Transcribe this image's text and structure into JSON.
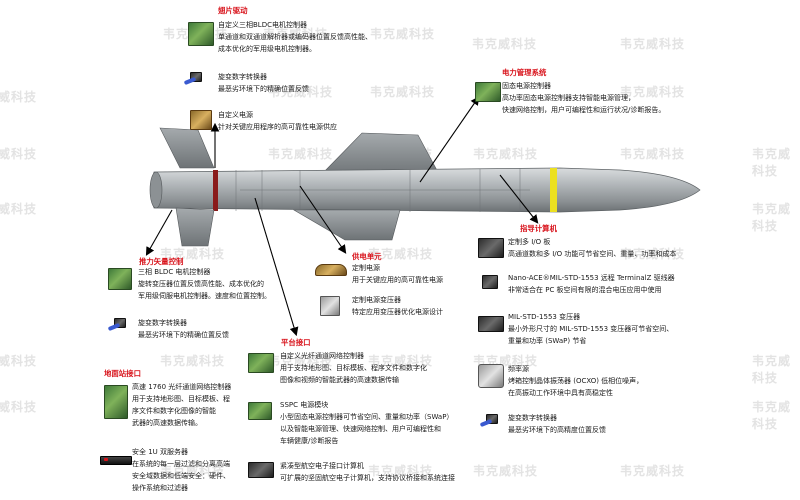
{
  "watermark": "韦克威科技",
  "sections": {
    "fin_drive": {
      "title": "翅片驱动",
      "items": [
        {
          "icon": "green-controller-board-icon",
          "lines": [
            "自定义三相BLDC电机控制器",
            "单通道和双通道解析器或编码器位置反馈高性能、",
            "成本优化的军用级电机控制器。"
          ]
        },
        {
          "icon": "resolver-converter-icon",
          "lines": [
            "旋变数字转换器",
            "最恶劣环境下的精确位置反馈"
          ]
        },
        {
          "icon": "power-supply-module-icon",
          "lines": [
            "自定义电源",
            "针对关键应用程序的高可靠性电源供应"
          ]
        }
      ]
    },
    "thrust_vector": {
      "title": "推力矢量控制",
      "items": [
        {
          "icon": "green-controller-board-icon",
          "lines": [
            "三相 BLDC 电机控制器",
            "旋转变压器位置反馈高性能、成本优化的",
            "军用级伺服电机控制器。速度和位置控制。"
          ]
        },
        {
          "icon": "resolver-converter-icon",
          "lines": [
            "旋变数字转换器",
            "最恶劣环境下的精确位置反馈"
          ]
        }
      ]
    },
    "ground_station": {
      "title": "地面站接口",
      "items": [
        {
          "icon": "fibre-channel-board-icon",
          "lines": [
            "高速 1760 光纤通道网络控制器",
            "用于支持地形图、目标模板、程",
            "序文件和数字化图像的智能",
            "武器的高速数据传输。"
          ]
        },
        {
          "icon": "rack-server-icon",
          "lines": [
            "安全 1U 双服务器",
            "在系统的每一层过滤和分离高端",
            "安全域数据和低端安全：硬件、",
            "操作系统和过滤器"
          ]
        }
      ]
    },
    "platform_interface": {
      "title": "平台接口",
      "items": [
        {
          "icon": "network-controller-icon",
          "lines": [
            "自定义光纤通道网络控制器",
            "用于支持地形图、目标模板、程序文件和数字化",
            "图像和视频的智能武器的高速数据传输"
          ]
        },
        {
          "icon": "sspc-module-icon",
          "lines": [
            "SSPC 电源模块",
            "小型固态电源控制器可节省空间、重量和功率（SWaP）",
            "以及智能电源管理、快速网络控制、用户可编程性和",
            "车辆健康/诊断报告"
          ]
        },
        {
          "icon": "interface-computer-icon",
          "lines": [
            "紧凑型航空电子接口计算机",
            "可扩展的坚固航空电子计算机，支持协议桥接和系统连接"
          ]
        }
      ]
    },
    "power_unit": {
      "title": "供电单元",
      "items": [
        {
          "icon": "flex-power-supply-icon",
          "lines": [
            "定制电源",
            "用于关键应用的高可靠性电源"
          ]
        },
        {
          "icon": "transformer-icon",
          "lines": [
            "定制电源变压器",
            "特定应用变压器优化电源设计"
          ]
        }
      ]
    },
    "power_management": {
      "title": "电力管理系统",
      "items": [
        {
          "icon": "power-controller-board-icon",
          "lines": [
            "固态电源控制器",
            "高功率固态电源控制器支持智能电源管理，",
            "快速网络控制，用户可编程性和运行状况/诊断报告。"
          ]
        }
      ]
    },
    "guidance_computer": {
      "title": "指导计算机",
      "items": [
        {
          "icon": "io-board-icon",
          "lines": [
            "定制多 I/O 板",
            "高通道数和多 I/O 功能可节省空间、重量、功率和成本"
          ]
        },
        {
          "icon": "terminal-module-icon",
          "lines": [
            "Nano-ACE®MIL-STD-1553 远程 TerminalZ 驱线器",
            "非常适合在 PC 板空间有限的混合电压应用中使用"
          ]
        },
        {
          "icon": "mil-std-transformer-icon",
          "lines": [
            "MIL-STD-1553 变压器",
            "最小外形尺寸的 MIL-STD-1553 变压器可节省空间、",
            "重量和功率 (SWaP) 节省"
          ]
        },
        {
          "icon": "ocxo-oscillator-icon",
          "lines": [
            "频率源",
            "烤箱控制晶体振荡器 (OCXO) 低相位噪声，",
            "在高振动工作环境中具有高稳定性"
          ]
        },
        {
          "icon": "resolver-converter-icon",
          "lines": [
            "旋变数字转换器",
            "最恶劣环境下的高精度位置反馈"
          ]
        }
      ]
    }
  },
  "colors": {
    "title_red": "#d8131b",
    "missile_body": "#9ea4a7",
    "yellow_band": "#ece020",
    "red_band": "#8a1b1b"
  }
}
